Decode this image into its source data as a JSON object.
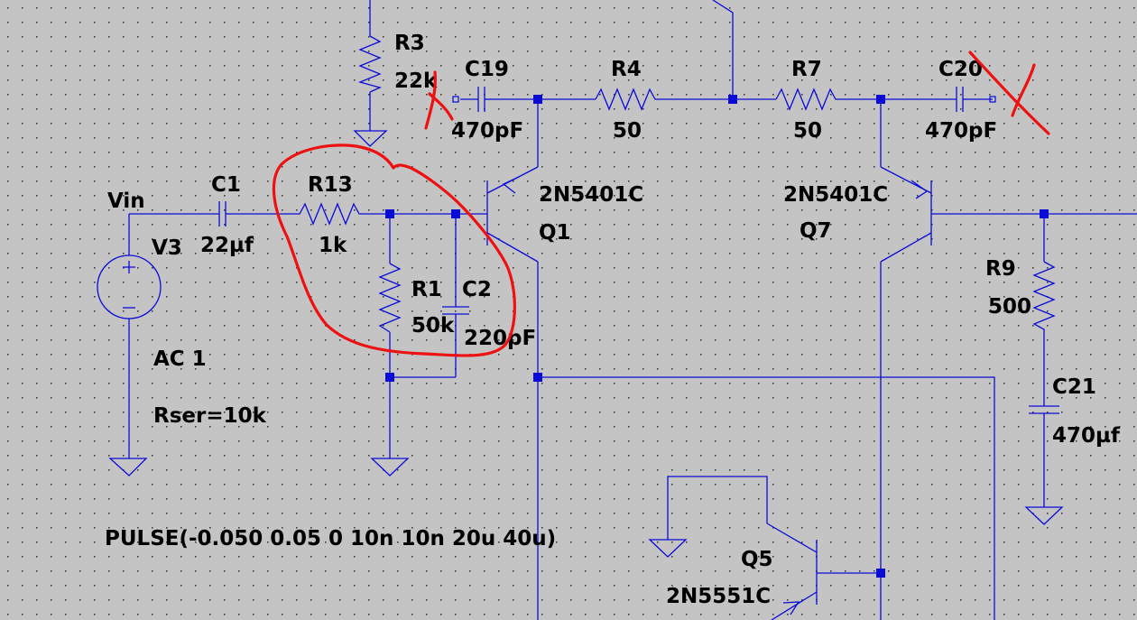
{
  "colors": {
    "background": "#c4c4c4",
    "grid_dots": "#3a3a3a",
    "wire": "#0b0bd8",
    "annotation": "#ee1111",
    "label": "#000000"
  },
  "components": {
    "r3": {
      "name": "R3",
      "value": "22k"
    },
    "c19": {
      "name": "C19",
      "value": "470pF"
    },
    "r4": {
      "name": "R4",
      "value": "50"
    },
    "r7": {
      "name": "R7",
      "value": "50"
    },
    "c20": {
      "name": "C20",
      "value": "470pF"
    },
    "vin_label": "Vin",
    "c1": {
      "name": "C1",
      "value": "22µf"
    },
    "r13": {
      "name": "R13",
      "value": "1k"
    },
    "q1": {
      "name": "Q1",
      "model": "2N5401C"
    },
    "q7": {
      "name": "Q7",
      "model": "2N5401C"
    },
    "v3": {
      "name": "V3",
      "ac": "AC 1",
      "rser": "Rser=10k",
      "pulse": "PULSE(-0.050 0.05 0 10n 10n 20u 40u)"
    },
    "r1": {
      "name": "R1",
      "value": "50k"
    },
    "c2": {
      "name": "C2",
      "value": "220pF"
    },
    "r9": {
      "name": "R9",
      "value": "500"
    },
    "c21": {
      "name": "C21",
      "value": "470µf"
    },
    "q5": {
      "name": "Q5",
      "model": "2N5551C"
    }
  },
  "annotations": [
    "red-circle-around-r13-r1-c2",
    "red-x-on-c19",
    "red-x-on-c20"
  ]
}
